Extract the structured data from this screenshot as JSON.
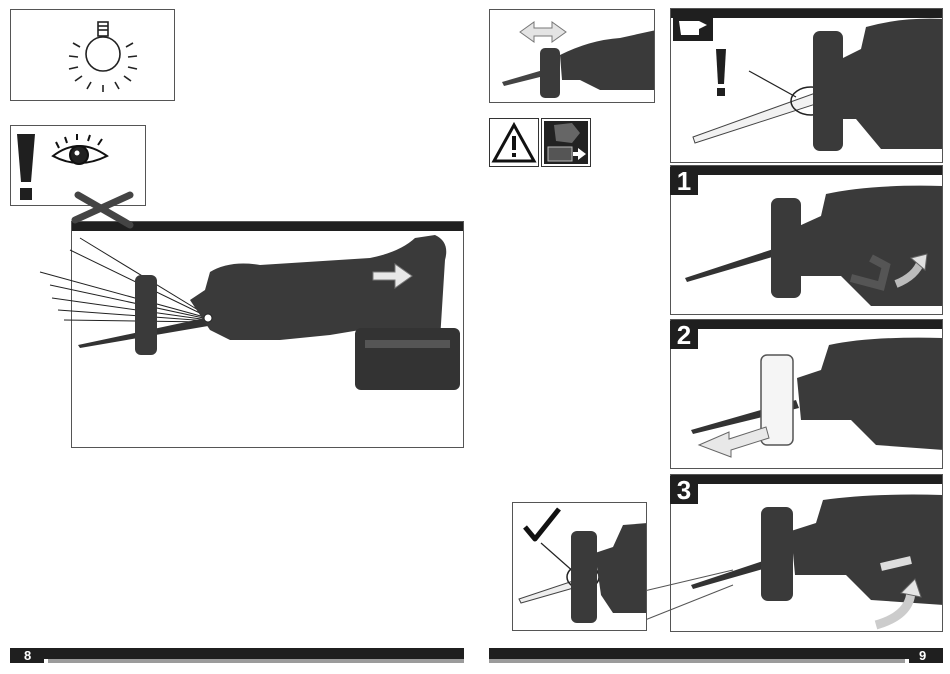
{
  "left_page": {
    "page_number": "8"
  },
  "right_page": {
    "page_number": "9"
  },
  "steps": [
    {
      "number": "1"
    },
    {
      "number": "2"
    },
    {
      "number": "3"
    }
  ],
  "icons": {
    "lamp": "light-bulb-icon",
    "warning": "exclamation-icon",
    "eye": "eye-icon",
    "forbidden": "cross-icon",
    "caution": "warning-triangle-icon",
    "battery": "battery-removal-icon",
    "check": "check-mark-icon",
    "move": "double-arrow-icon"
  },
  "colors": {
    "tool": "#3a3a3a",
    "bar": "#1f1f1f",
    "sub_bar": "#9b9b9b"
  }
}
